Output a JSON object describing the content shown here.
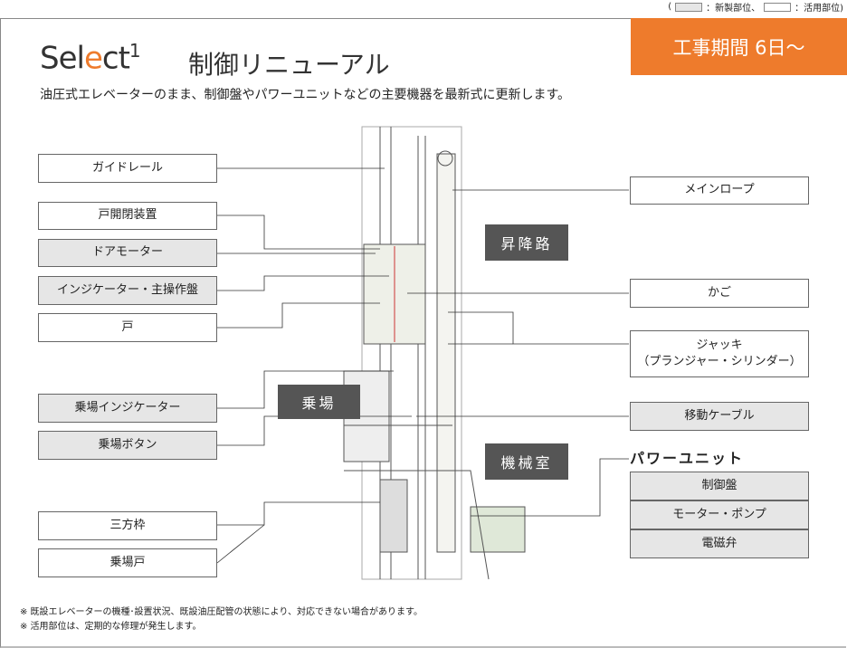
{
  "legend": {
    "open": "(",
    "new": "：新製部位、",
    "reused": "：活用部位)"
  },
  "logo": {
    "text_a": "Sel",
    "text_b": "e",
    "text_c": "ct",
    "sup": "1"
  },
  "title": "制御リニューアル",
  "subtitle": "油圧式エレベーターのまま、制御盤やパワーユニットなどの主要機器を最新式に更新します。",
  "badge": "工事期間 6日〜",
  "left_labels": [
    "ガイドレール",
    "戸開閉装置",
    "ドアモーター",
    "インジケーター・主操作盤",
    "戸",
    "乗場インジケーター",
    "乗場ボタン",
    "三方枠",
    "乗場戸"
  ],
  "right_labels": [
    "メインロープ",
    "かご",
    "ジャッキ\n（プランジャー・シリンダー）",
    "移動ケーブル"
  ],
  "sections": [
    "昇降路",
    "乗場",
    "機械室"
  ],
  "power_unit": {
    "title": "パワーユニット",
    "items": [
      "制御盤",
      "モーター・ポンプ",
      "電磁弁"
    ]
  },
  "notes": [
    "※ 既設エレベーターの機種･設置状況、既設油圧配管の状態により、対応できない場合があります。",
    "※ 活用部位は、定期的な修理が発生します。"
  ],
  "colors": {
    "accent": "#ee7b2c",
    "new_part": "#e6e6e6",
    "section": "#555555"
  }
}
